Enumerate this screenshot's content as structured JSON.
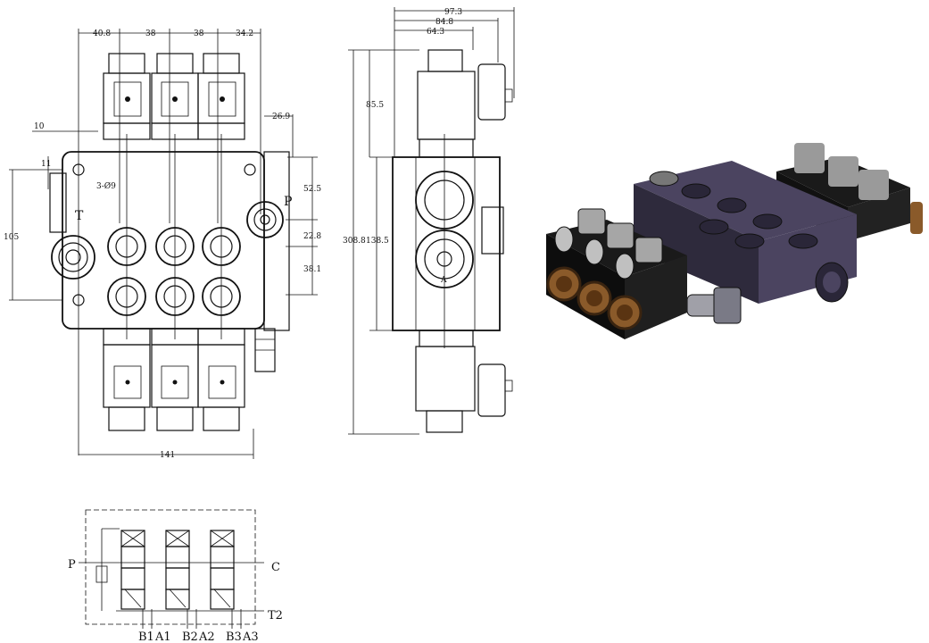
{
  "front_view": {
    "dims_top": [
      "40.8",
      "38",
      "38",
      "34.2"
    ],
    "dim_left_10": "10",
    "dim_left_11": "11",
    "dim_holes": "3-Ø9",
    "dim_height": "105",
    "dim_p_offset": "26.9",
    "dim_52_5": "52.5",
    "dim_22_8": "22.8",
    "dim_38_1": "38.1",
    "dim_width": "141",
    "port_t": "T",
    "port_p": "P"
  },
  "side_view": {
    "dim_97_3": "97.3",
    "dim_84_8": "84.8",
    "dim_64_3": "64.3",
    "dim_85_5": "85.5",
    "dim_308_8": "308.8",
    "dim_138_5": "138.5",
    "port_a": "A"
  },
  "schematic": {
    "port_p": "P",
    "port_c": "C",
    "port_t2": "T2",
    "bottom_labels": [
      "B1",
      "A1",
      "B2",
      "A2",
      "B3",
      "A3"
    ]
  },
  "colors": {
    "valve_body": "#4b4460",
    "valve_dark": "#2e2a3c",
    "coil": "#1a1a1a",
    "knob": "#8a5a2a",
    "plug": "#9a9a9a"
  }
}
